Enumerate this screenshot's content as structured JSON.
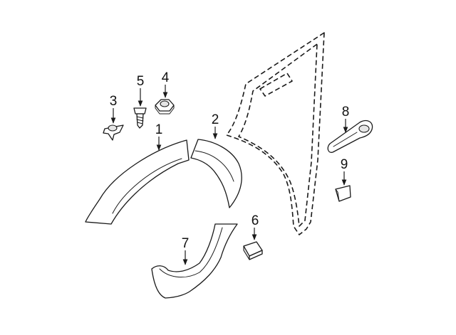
{
  "callouts": {
    "c1": "1",
    "c2": "2",
    "c3": "3",
    "c4": "4",
    "c5": "5",
    "c6": "6",
    "c7": "7",
    "c8": "8",
    "c9": "9"
  },
  "colors": {
    "line": "#1a1a1a",
    "background": "#ffffff",
    "shade": "#e6e6e6"
  }
}
